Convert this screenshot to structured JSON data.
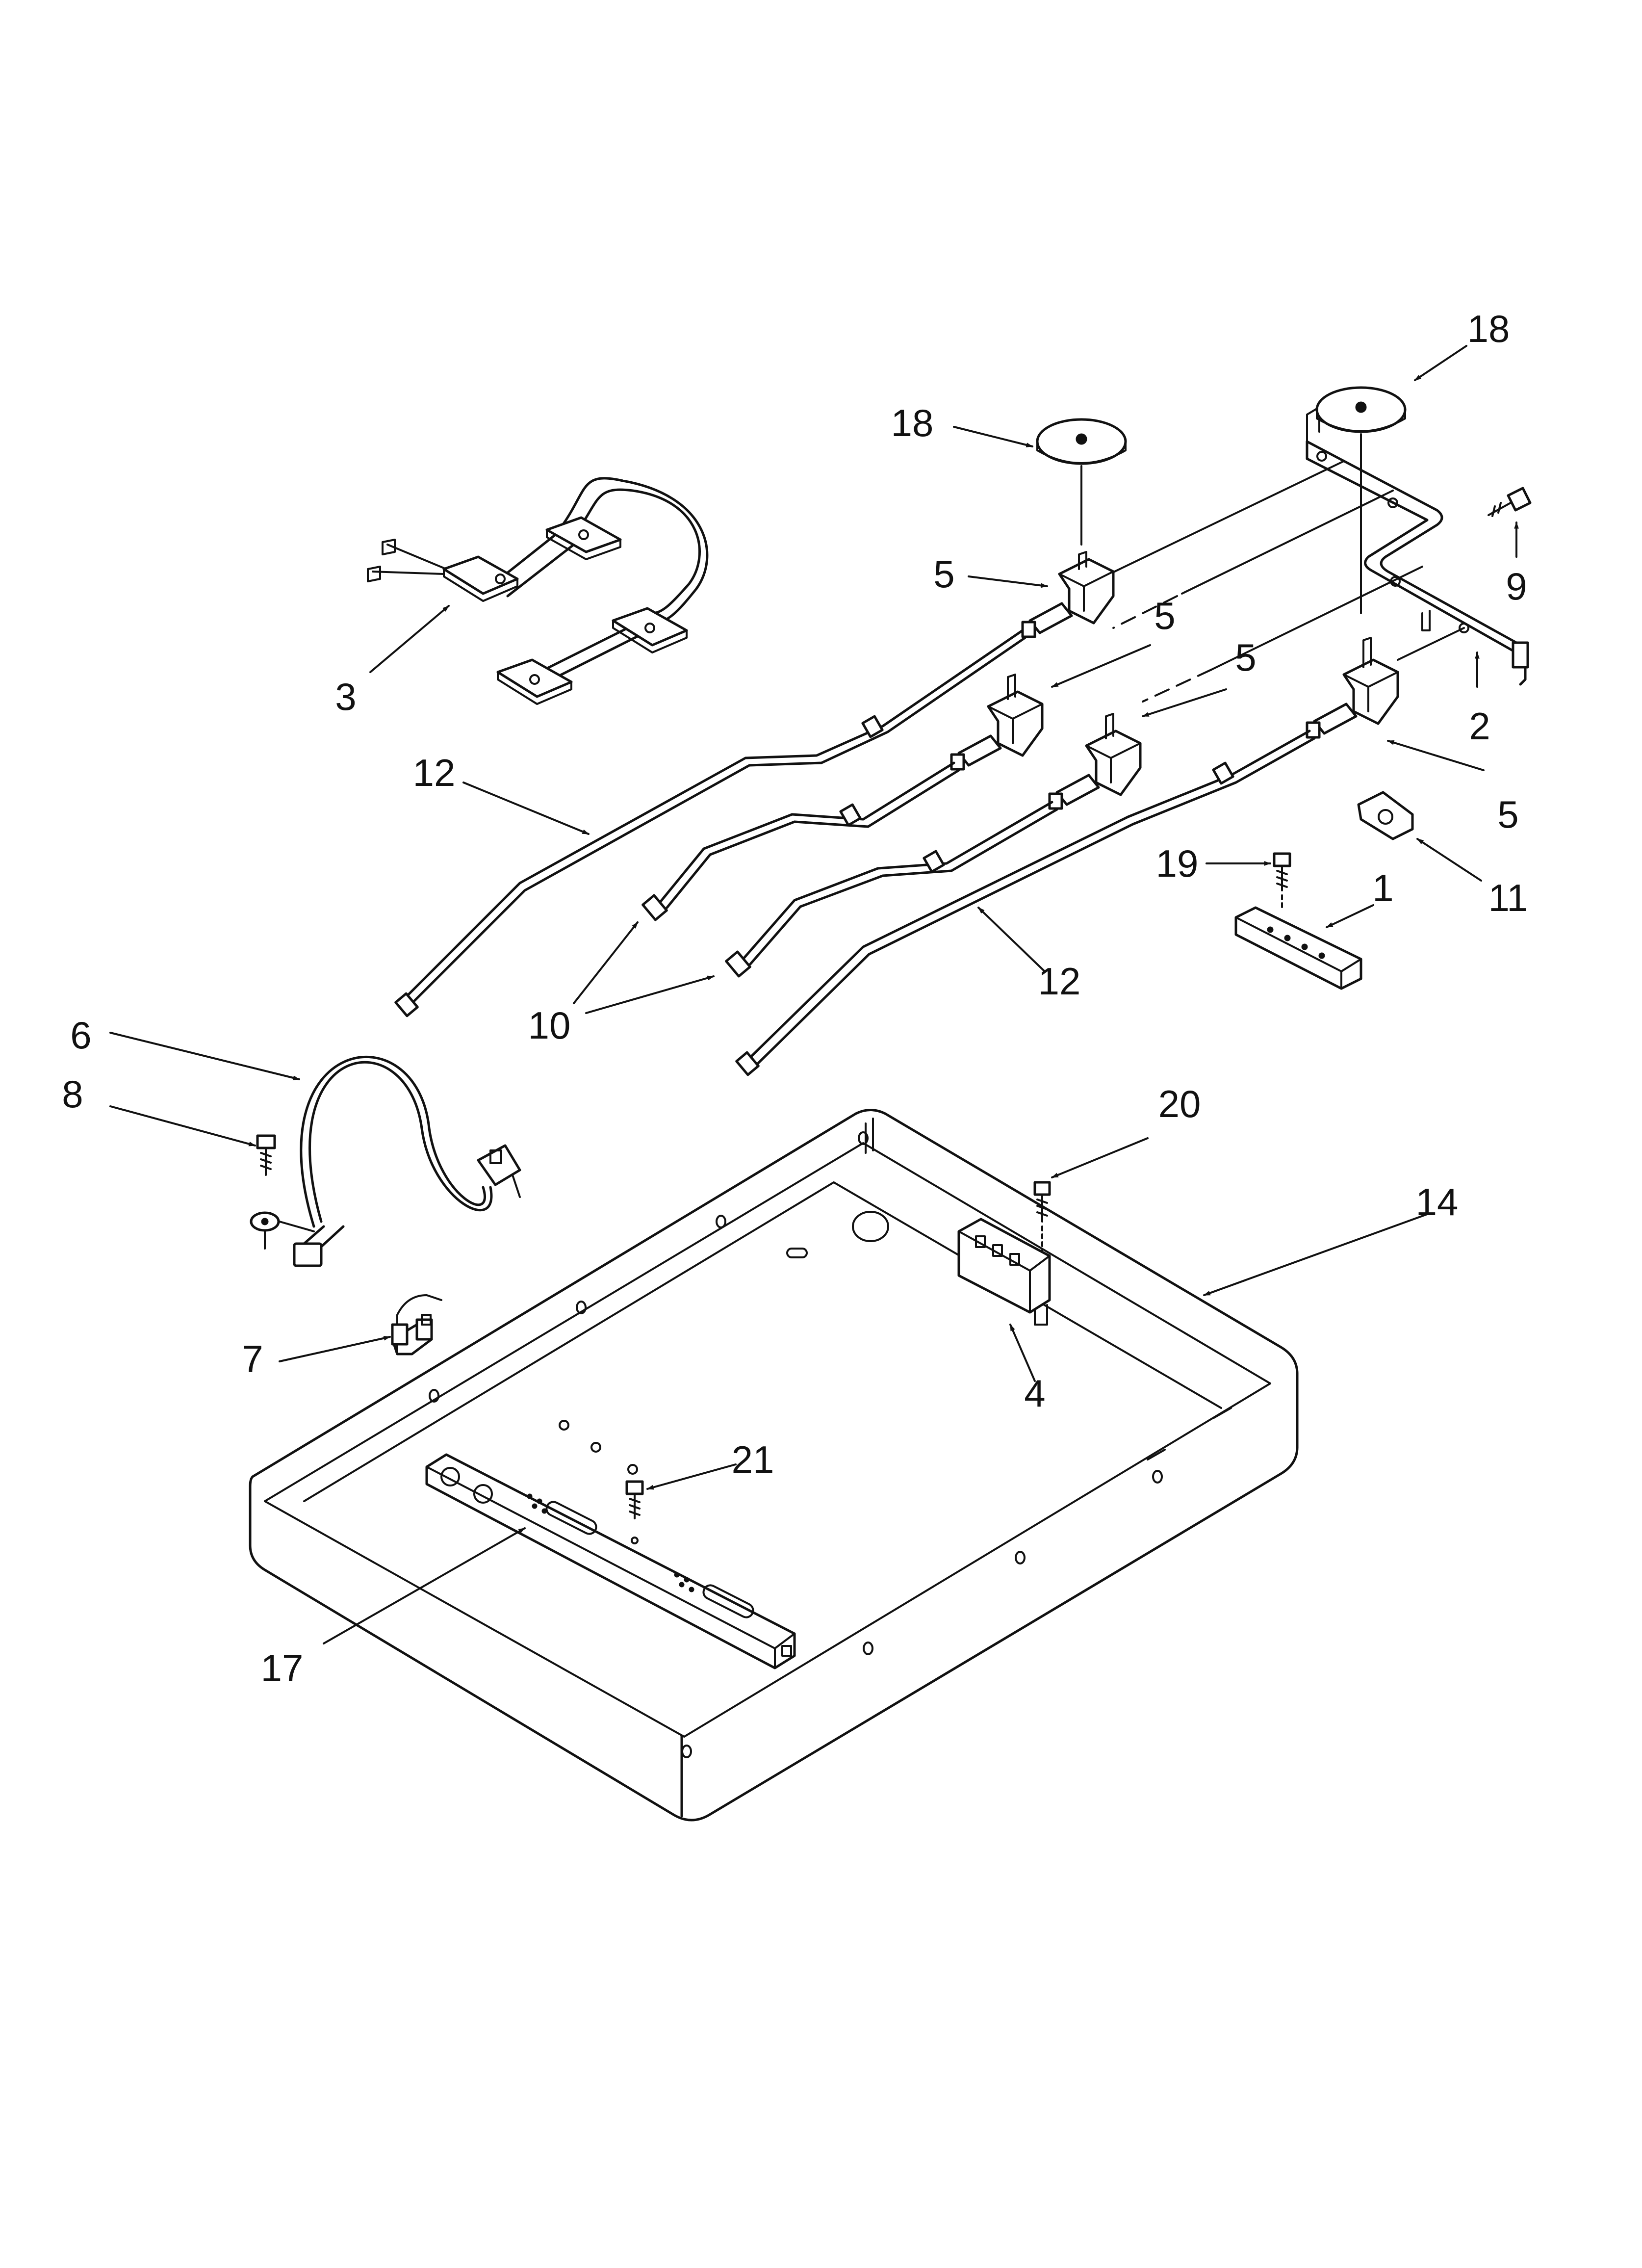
{
  "colors": {
    "line": "#111111",
    "background": "#ffffff"
  },
  "labels": [
    {
      "id": "18a",
      "text": "18"
    },
    {
      "id": "18b",
      "text": "18"
    },
    {
      "id": "5a",
      "text": "5"
    },
    {
      "id": "5b",
      "text": "5"
    },
    {
      "id": "5c",
      "text": "5"
    },
    {
      "id": "5d",
      "text": "5"
    },
    {
      "id": "9",
      "text": "9"
    },
    {
      "id": "2",
      "text": "2"
    },
    {
      "id": "3",
      "text": "3"
    },
    {
      "id": "12a",
      "text": "12"
    },
    {
      "id": "12b",
      "text": "12"
    },
    {
      "id": "11",
      "text": "11"
    },
    {
      "id": "19",
      "text": "19"
    },
    {
      "id": "1",
      "text": "1"
    },
    {
      "id": "10",
      "text": "10"
    },
    {
      "id": "6",
      "text": "6"
    },
    {
      "id": "8",
      "text": "8"
    },
    {
      "id": "20",
      "text": "20"
    },
    {
      "id": "14",
      "text": "14"
    },
    {
      "id": "7",
      "text": "7"
    },
    {
      "id": "4",
      "text": "4"
    },
    {
      "id": "21",
      "text": "21"
    },
    {
      "id": "17",
      "text": "17"
    }
  ]
}
